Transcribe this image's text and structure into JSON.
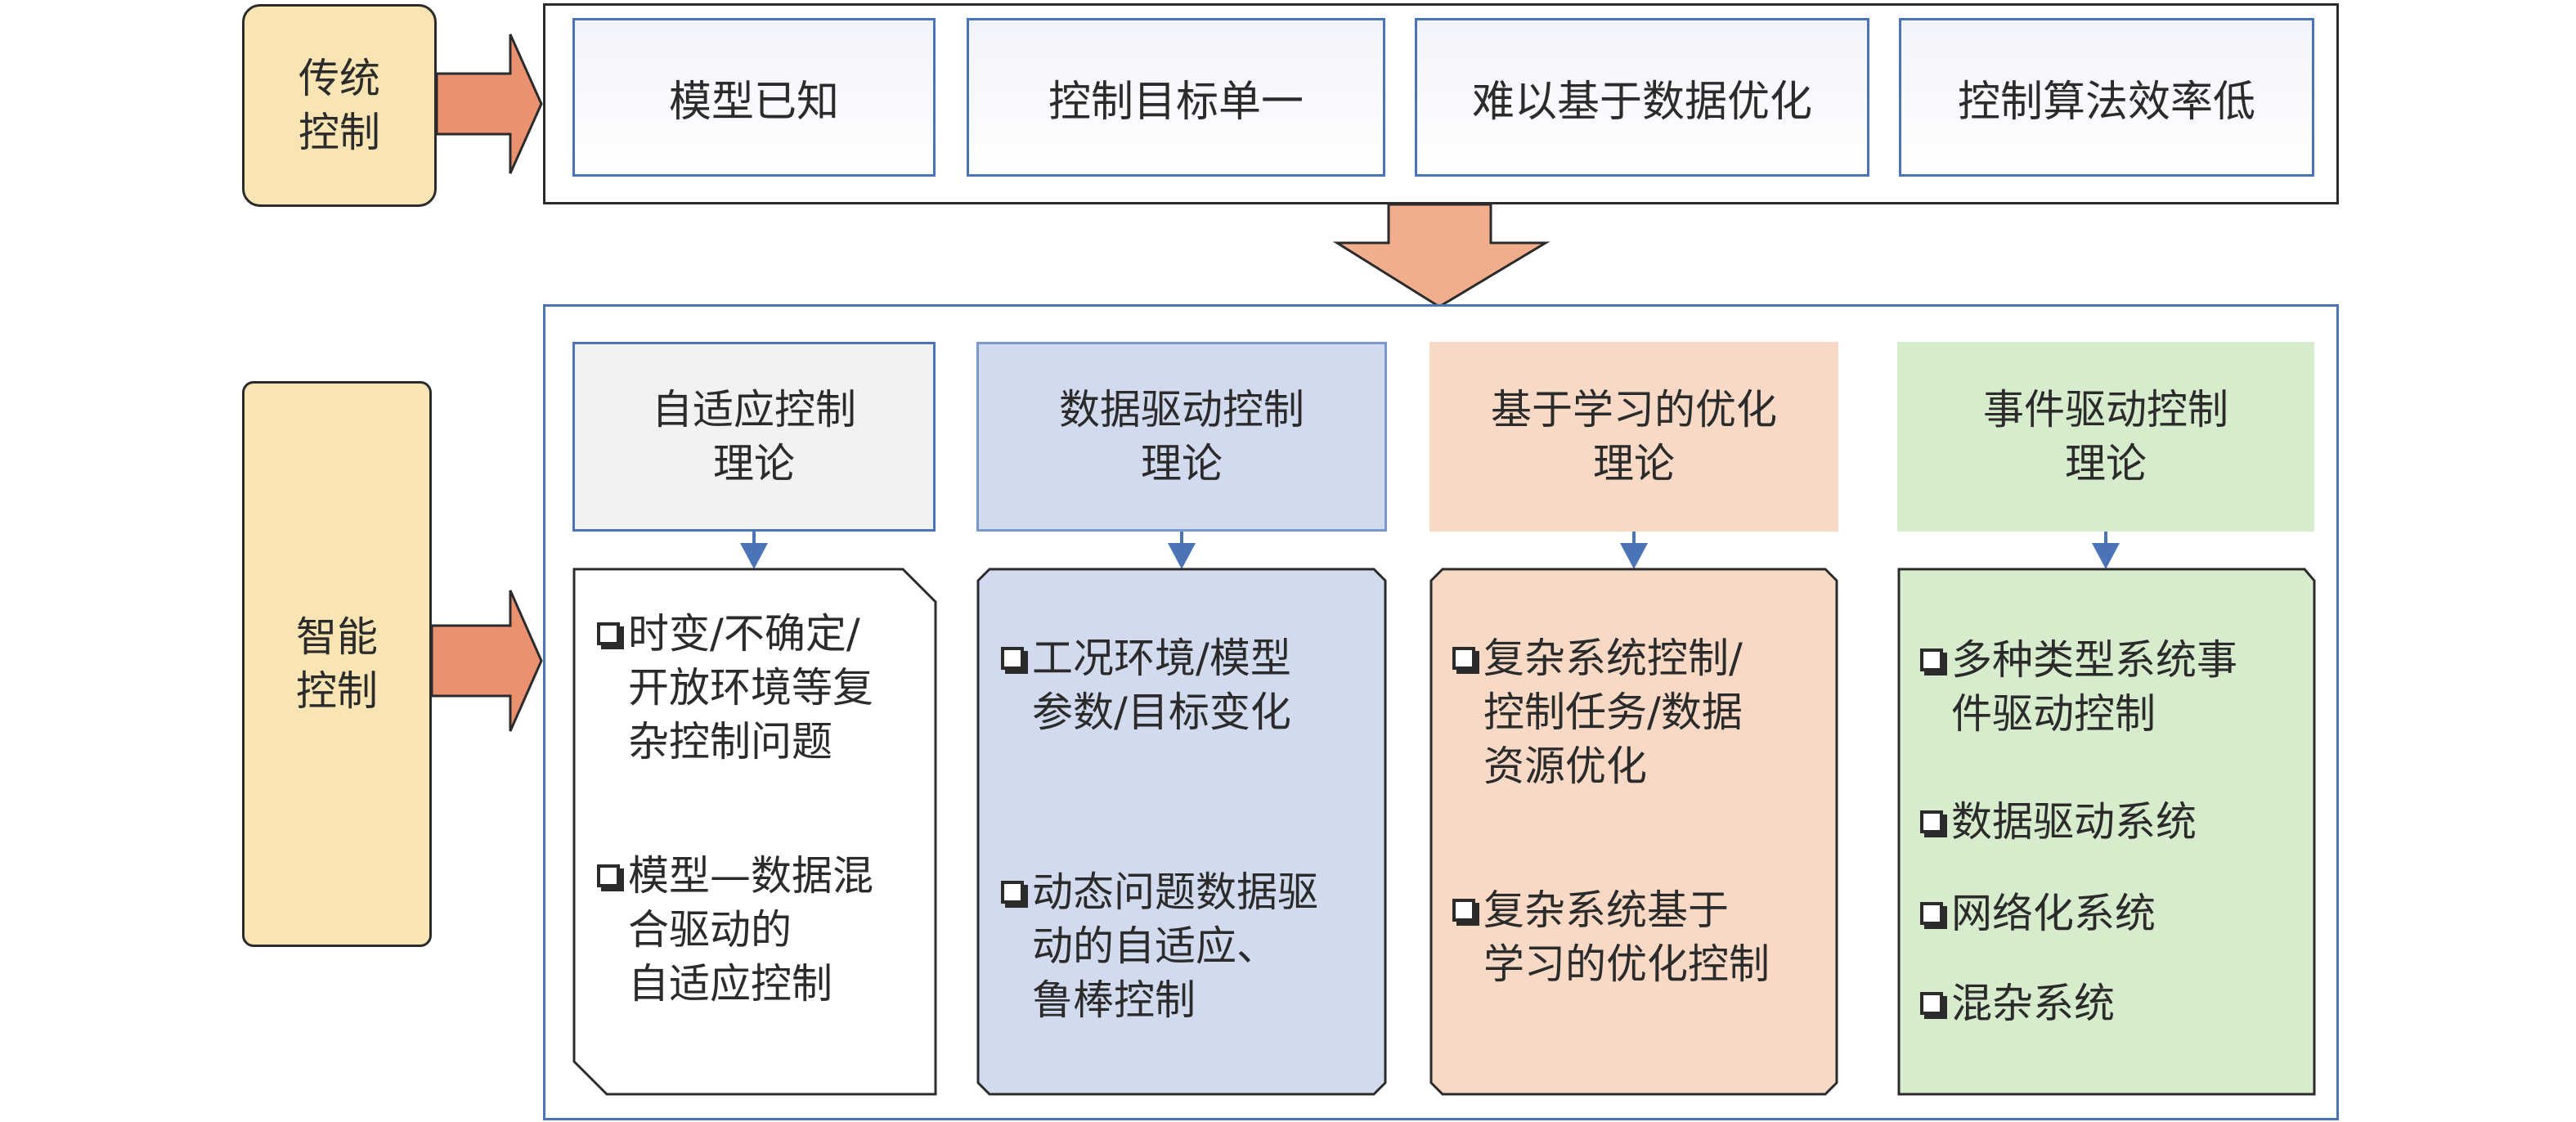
{
  "traditional": {
    "label": "传统\n控制",
    "items": [
      "模型已知",
      "控制目标单一",
      "难以基于数据优化",
      "控制算法效率低"
    ]
  },
  "intelligent": {
    "label": "智能\n控制",
    "columns": [
      {
        "header": "自适应控制\n理论",
        "items": [
          "时变/不确定/\n开放环境等复\n杂控制问题",
          "模型—数据混\n合驱动的\n自适应控制"
        ]
      },
      {
        "header": "数据驱动控制\n理论",
        "items": [
          "工况环境/模型\n参数/目标变化",
          "动态问题数据驱\n动的自适应、\n鲁棒控制"
        ]
      },
      {
        "header": "基于学习的优化\n理论",
        "items": [
          "复杂系统控制/\n控制任务/数据\n资源优化",
          "复杂系统基于\n学习的优化控制"
        ]
      },
      {
        "header": "事件驱动控制\n理论",
        "items": [
          "多种类型系统事\n件驱动控制",
          "数据驱动系统",
          "网络化系统",
          "混杂系统"
        ]
      }
    ]
  },
  "colors": {
    "big_arrow": "#f0ae8d",
    "side_arrow": "#ea9270",
    "frame_blue": "#4a74b5",
    "label_fill": "#f8e5b3",
    "col1_fill": "#ffffff",
    "col2_fill": "#d2daee",
    "col3_fill": "#f7d9c6",
    "col4_fill": "#d7ebcd"
  }
}
